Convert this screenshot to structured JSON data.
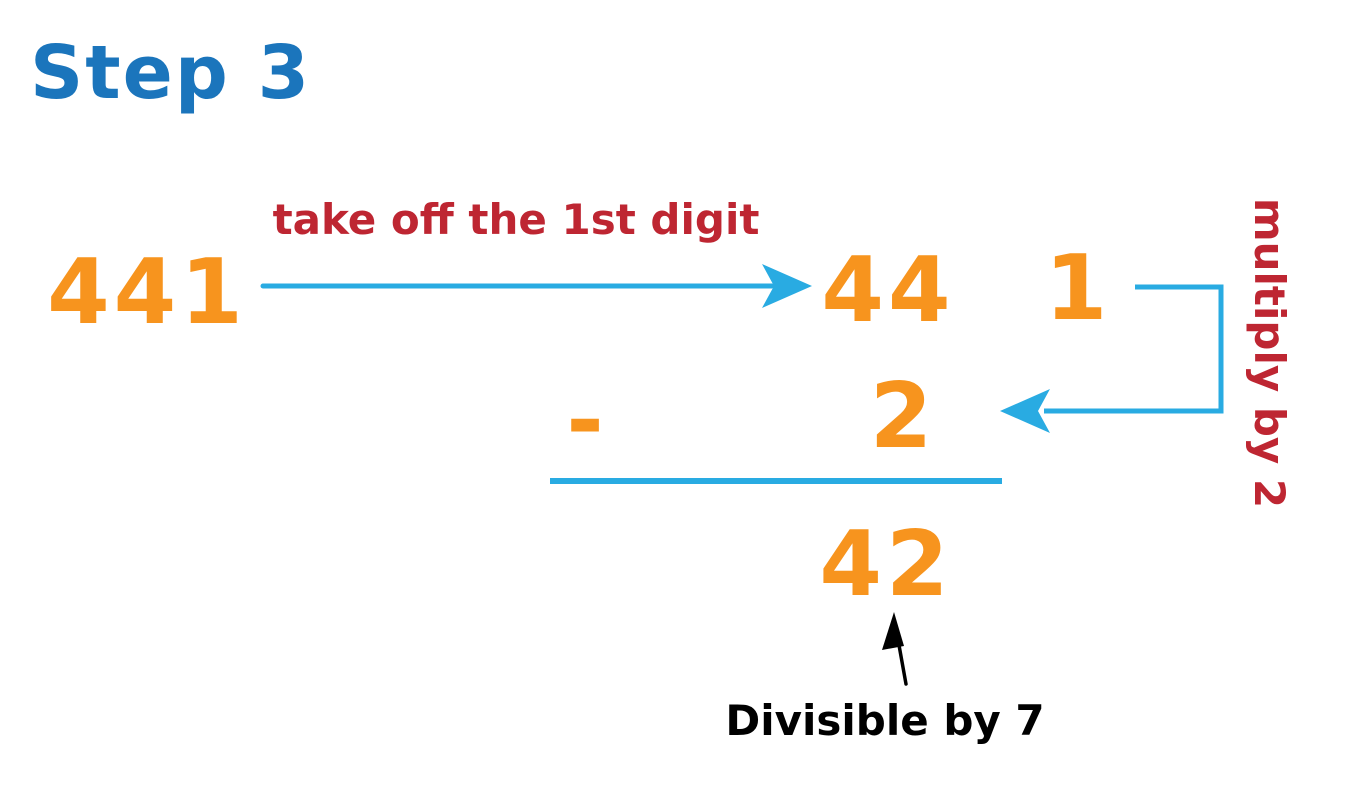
{
  "colors": {
    "heading_blue": "#1B75BC",
    "arrow_blue": "#29ABE2",
    "number_orange": "#F7941E",
    "label_red": "#BE2632",
    "label_black": "#000000",
    "background": "#FFFFFF"
  },
  "diagram": {
    "heading": "Step 3",
    "start_number": "441",
    "step_arrow_label": "take off the 1st digit",
    "remaining_number": "44",
    "removed_digit": "1",
    "multiply_label": "multiply by 2",
    "minus_sign": "-",
    "subtracted_value": "2",
    "result_number": "42",
    "result_label": "Divisible by 7",
    "connectors": {
      "take_off_arrow": "right-arrow",
      "multiply_elbow_arrow": "left-elbow-arrow",
      "subtraction_line": "horizontal-rule",
      "result_pointer": "up-arrow"
    }
  }
}
